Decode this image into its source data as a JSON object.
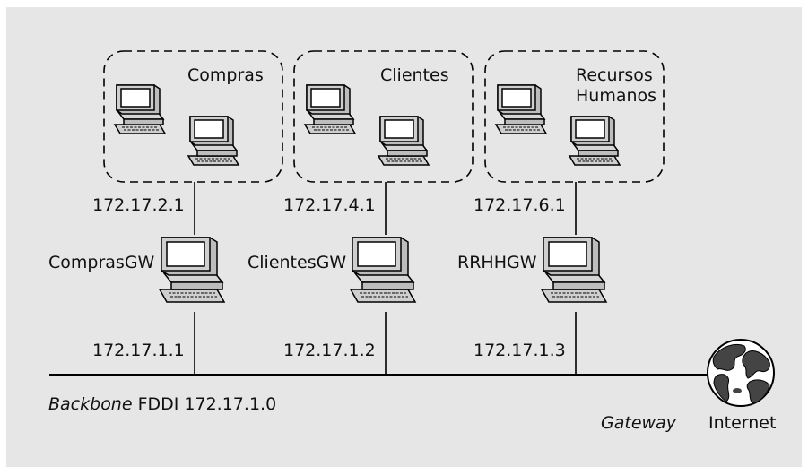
{
  "departments": [
    {
      "name": "Compras"
    },
    {
      "name_line1": "Recursos",
      "name_line2": "Humanos"
    },
    {
      "name": "Clientes"
    }
  ],
  "gateways": [
    {
      "name": "ComprasGW",
      "ip_dept": "172.17.2.1",
      "ip_backbone": "172.17.1.1"
    },
    {
      "name": "ClientesGW",
      "ip_dept": "172.17.4.1",
      "ip_backbone": "172.17.1.2"
    },
    {
      "name": "RRHHGW",
      "ip_dept": "172.17.6.1",
      "ip_backbone": "172.17.1.3"
    }
  ],
  "backbone": {
    "italic": "Backbone",
    "rest": " FDDI 172.17.1.0"
  },
  "gateway_label": "Gateway",
  "internet_label": "Internet"
}
